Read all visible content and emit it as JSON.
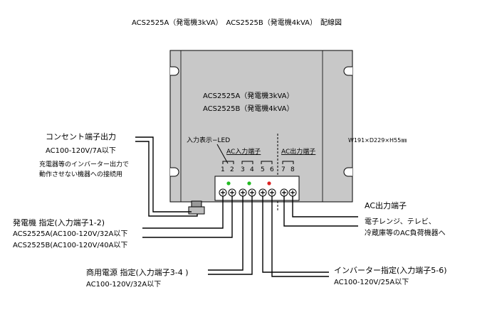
{
  "title": "ACS2525A（発電機3kVA）　ACS2525B（発電機4kVA）　配線図",
  "device": {
    "model_a": "ACS2525A（発電機3kVA）",
    "model_b": "ACS2525B（発電機4kVA）",
    "led_label": "入力表示−LED",
    "ac_input_label": "AC入力端子",
    "ac_output_label": "AC出力端子",
    "terminal_numbers": [
      "1",
      "2",
      "3",
      "4",
      "5",
      "6",
      "7",
      "8"
    ],
    "dimensions": "W191×D229×H55㎜",
    "led_colors": {
      "green": "#22bb22",
      "red": "#dd2222"
    },
    "body_color": "#c8c8c8"
  },
  "outlet": {
    "title": "コンセント端子出力",
    "spec": "AC100-120V/7A以下",
    "note_line1": "充電器等のインバーター出力で",
    "note_line2": "動作させない機器への接続用"
  },
  "generator": {
    "title": "発電機 指定(入力端子1-2)",
    "spec_a": "ACS2525A(AC100-120V/32A以下",
    "spec_b": "ACS2525B(AC100-120V/40A以下"
  },
  "commercial": {
    "title": "商用電源 指定(入力端子3-4 )",
    "spec": "AC100-120V/32A以下"
  },
  "inverter": {
    "title": "インバーター指定(入力端子5-6)",
    "spec": "AC100-120V/25A以下"
  },
  "output": {
    "title": "AC出力端子",
    "line1": "電子レンジ、テレビ、",
    "line2": "冷蔵庫等のAC負荷機器へ"
  }
}
